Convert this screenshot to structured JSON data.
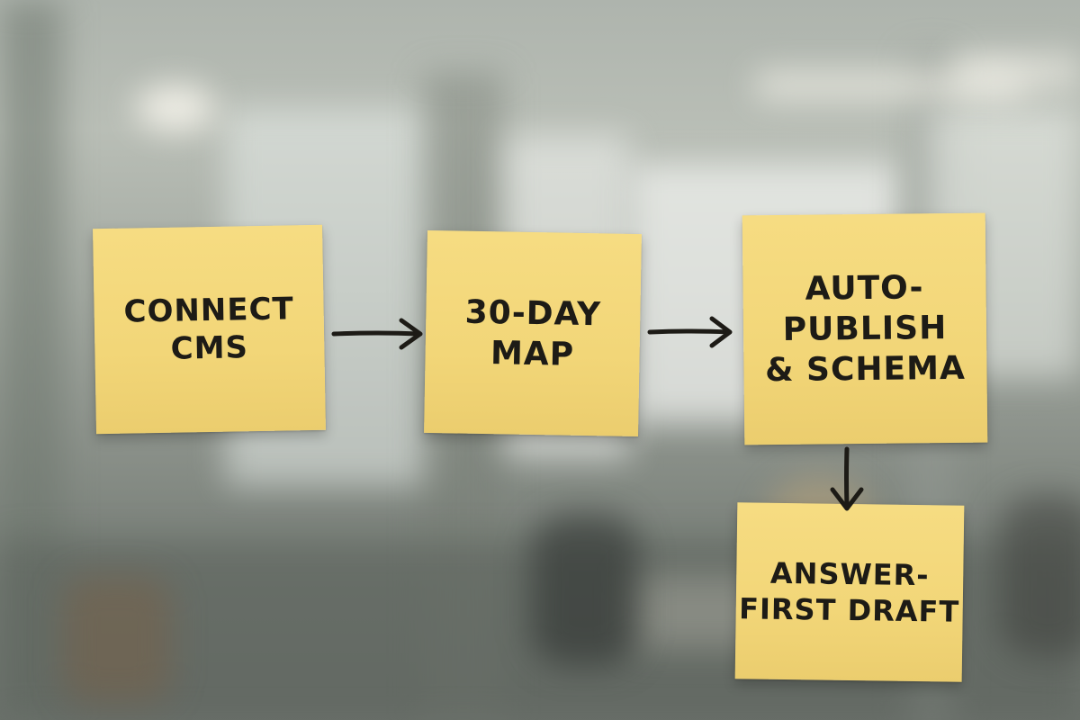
{
  "notes": {
    "connect": {
      "line1": "CONNECT",
      "line2": "CMS"
    },
    "map": {
      "line1": "30-DAY",
      "line2": "MAP"
    },
    "publish": {
      "line1": "AUTO-",
      "line2": "PUBLISH",
      "line3": "& SCHEMA"
    },
    "draft": {
      "line1": "ANSWER-",
      "line2": "FIRST DRAFT"
    }
  },
  "colors": {
    "note": "#f2d678",
    "ink": "#1d1b16"
  }
}
